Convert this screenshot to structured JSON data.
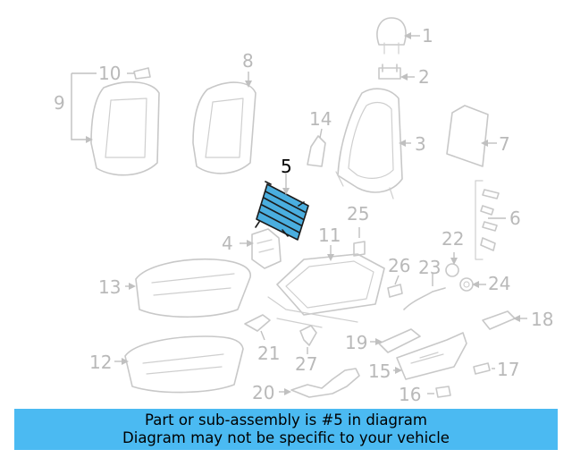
{
  "diagram": {
    "highlighted_part": "5",
    "colors": {
      "highlight_fill": "#4aaedf",
      "banner": "#4bbaf2",
      "parts": "#c8c8c8"
    },
    "callouts": [
      "1",
      "2",
      "3",
      "4",
      "5",
      "6",
      "7",
      "8",
      "9",
      "10",
      "11",
      "12",
      "13",
      "14",
      "15",
      "16",
      "17",
      "18",
      "19",
      "20",
      "21",
      "22",
      "23",
      "24",
      "25",
      "26",
      "27"
    ]
  },
  "banner": {
    "line1": "Part or sub-assembly is #5 in diagram",
    "line2": "Diagram may not be specific to your vehicle"
  }
}
